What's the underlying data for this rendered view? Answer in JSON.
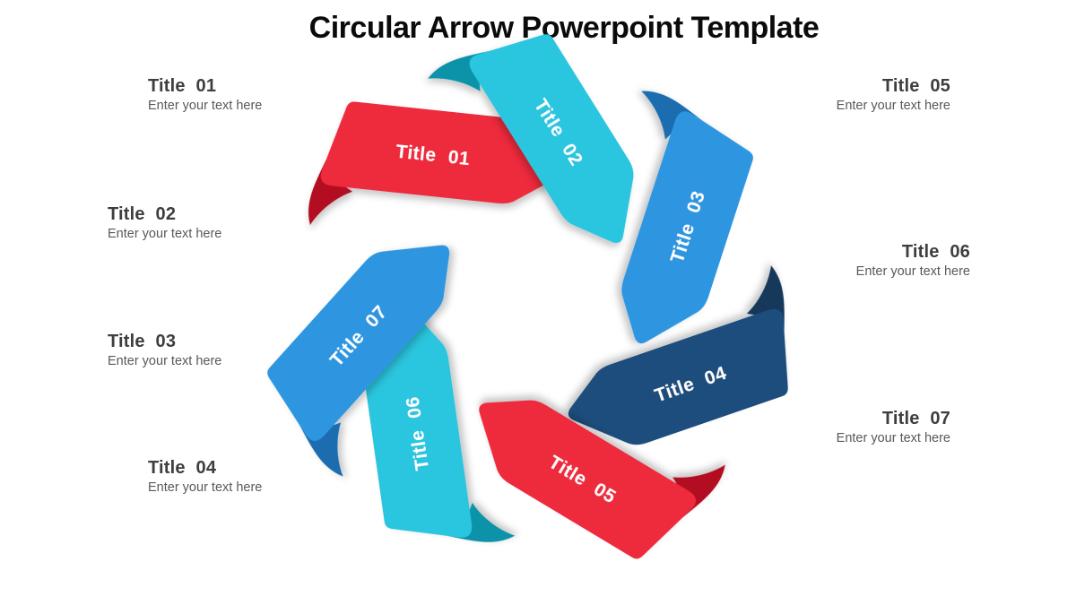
{
  "slide": {
    "title": "Circular Arrow Powerpoint Template",
    "background": "#FFFFFF"
  },
  "colors": {
    "red": "#EE2A3C",
    "red_fold": "#B30D20",
    "cyan": "#29C5DE",
    "cyan_fold": "#0E93A9",
    "blue": "#2D96E0",
    "blue_fold": "#1A6CB0",
    "navy": "#1F4E7B",
    "navy_fold": "#16395A"
  },
  "arrows": [
    {
      "label": "Title 01",
      "color": "red"
    },
    {
      "label": "Title 02",
      "color": "cyan"
    },
    {
      "label": "Title 03",
      "color": "blue"
    },
    {
      "label": "Title 04",
      "color": "navy"
    },
    {
      "label": "Title 05",
      "color": "red"
    },
    {
      "label": "Title 06",
      "color": "cyan"
    },
    {
      "label": "Title 07",
      "color": "blue"
    }
  ],
  "side_labels": [
    {
      "title": "Title 01",
      "subtitle": "Enter your text here"
    },
    {
      "title": "Title 02",
      "subtitle": "Enter your text here"
    },
    {
      "title": "Title 03",
      "subtitle": "Enter your text here"
    },
    {
      "title": "Title 04",
      "subtitle": "Enter your text here"
    },
    {
      "title": "Title 05",
      "subtitle": "Enter your text here"
    },
    {
      "title": "Title 06",
      "subtitle": "Enter your text here"
    },
    {
      "title": "Title 07",
      "subtitle": "Enter your text here"
    }
  ]
}
